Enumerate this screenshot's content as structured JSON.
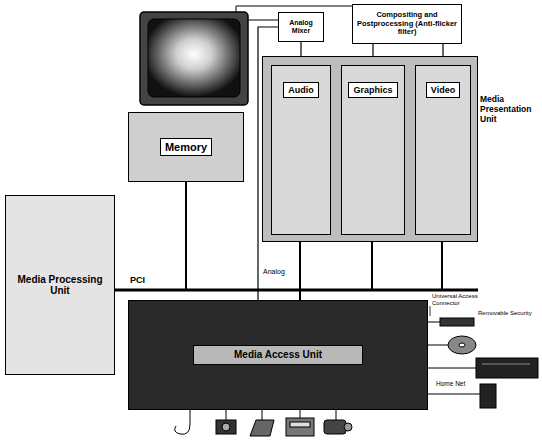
{
  "diagram": {
    "nodes": [
      {
        "text": [
          "Analog Mixer"
        ]
      },
      {
        "text": [
          "Compositing and Postprocessing (Anti-flicker filter)"
        ]
      },
      {
        "text": [
          "Media Presentation Unit"
        ]
      },
      {
        "text": [
          "Audio"
        ],
        "in": 2
      },
      {
        "text": [
          "Graphics"
        ],
        "in": 2
      },
      {
        "text": [
          "Video"
        ],
        "in": 2
      },
      {
        "text": [
          "Memory"
        ]
      },
      {
        "text": [
          "Media Processing Unit"
        ]
      },
      {
        "text": [
          "Media Access Unit"
        ]
      }
    ],
    "edges": [
      {
        "from": 3,
        "to": 0,
        "arrow": "none"
      },
      {
        "from": 4,
        "to": 1,
        "arrow": "none"
      },
      {
        "from": 5,
        "to": 1,
        "arrow": "none"
      },
      {
        "from": 8,
        "to": 0,
        "arrow": "none",
        "label": "Analog"
      }
    ],
    "labels": [
      "PCI",
      "Universal Access Connector",
      "Removable Security",
      "Home Net"
    ]
  }
}
